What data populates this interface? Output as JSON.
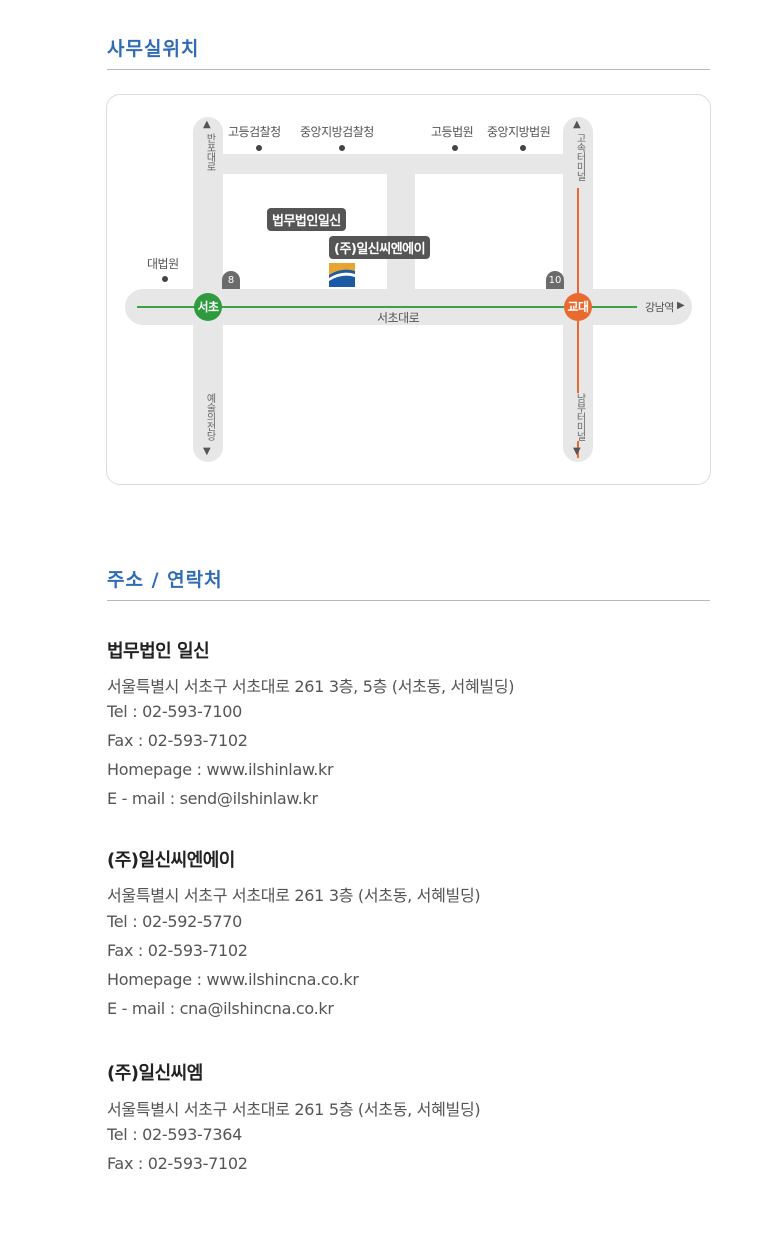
{
  "location_section": {
    "title": "사무실위치"
  },
  "map": {
    "top_labels": [
      "고등검찰청",
      "중앙지방검찰청",
      "고등법원",
      "중앙지방법원"
    ],
    "left_vertical_road_top": "반포대로",
    "left_vertical_road_bottom": "예술의전당",
    "right_vertical_road_top": "고속터미널",
    "right_vertical_road_bottom": "남부터미널",
    "supreme_court": "대법원",
    "firm_bubble": "법무법인일신",
    "cna_bubble": "(주)일신씨엔에이",
    "exit_left": "8",
    "exit_right": "10",
    "station_left": "서초",
    "station_right": "교대",
    "main_road": "서초대로",
    "gangnam": "강남역",
    "colors": {
      "line2_green": "#3ea147",
      "line3_orange": "#e86a2e",
      "road": "#e7e7e7"
    }
  },
  "contact_section": {
    "title": "주소 / 연락처"
  },
  "companies": [
    {
      "name": "법무법인 일신",
      "address": "서울특별시 서초구 서초대로 261 3층, 5층 (서초동, 서혜빌딩)",
      "tel": "Tel  : 02-593-7100",
      "fax": "Fax : 02-593-7102",
      "homepage": "Homepage : www.ilshinlaw.kr",
      "email": "E - mail : send@ilshinlaw.kr"
    },
    {
      "name": "(주)일신씨엔에이",
      "address": "서울특별시 서초구 서초대로 261 3층 (서초동, 서혜빌딩)",
      "tel": "Tel  : 02-592-5770",
      "fax": "Fax : 02-593-7102",
      "homepage": "Homepage : www.ilshincna.co.kr",
      "email": "E - mail : cna@ilshincna.co.kr"
    },
    {
      "name": "(주)일신씨엠",
      "address": "서울특별시 서초구 서초대로 261 5층 (서초동, 서혜빌딩)",
      "tel": "Tel  : 02-593-7364",
      "fax": "Fax : 02-593-7102"
    }
  ]
}
